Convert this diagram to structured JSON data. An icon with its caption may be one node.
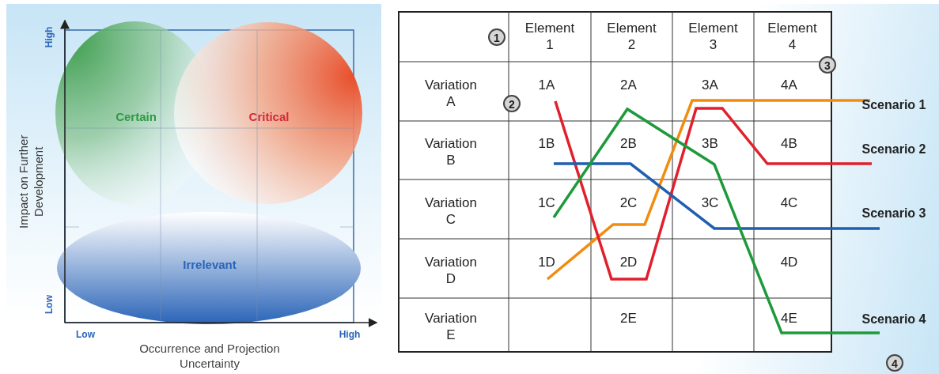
{
  "diagram": {
    "nodes": [
      {
        "text": [
          "Certain"
        ]
      },
      {
        "text": [
          "Critical"
        ]
      },
      {
        "text": [
          "Irrelevant"
        ]
      }
    ],
    "labels": [
      "High",
      "Impact on Further Development",
      "Low",
      "Low",
      "High",
      "Occurrence and Projection Uncertainty",
      "Element 1",
      "Element 2",
      "Element 3",
      "Element 4",
      "Variation A",
      "1A",
      "2A",
      "3A",
      "4A",
      "Variation B",
      "1B",
      "2B",
      "3B",
      "4B",
      "Variation C",
      "1C",
      "2C",
      "3C",
      "4C",
      "Variation D",
      "1D",
      "2D",
      "4D",
      "Variation E",
      "2E",
      "4E",
      "1",
      "2",
      "3",
      "4",
      "Scenario 1",
      "Scenario 2",
      "Scenario 3",
      "Scenario 4"
    ]
  }
}
